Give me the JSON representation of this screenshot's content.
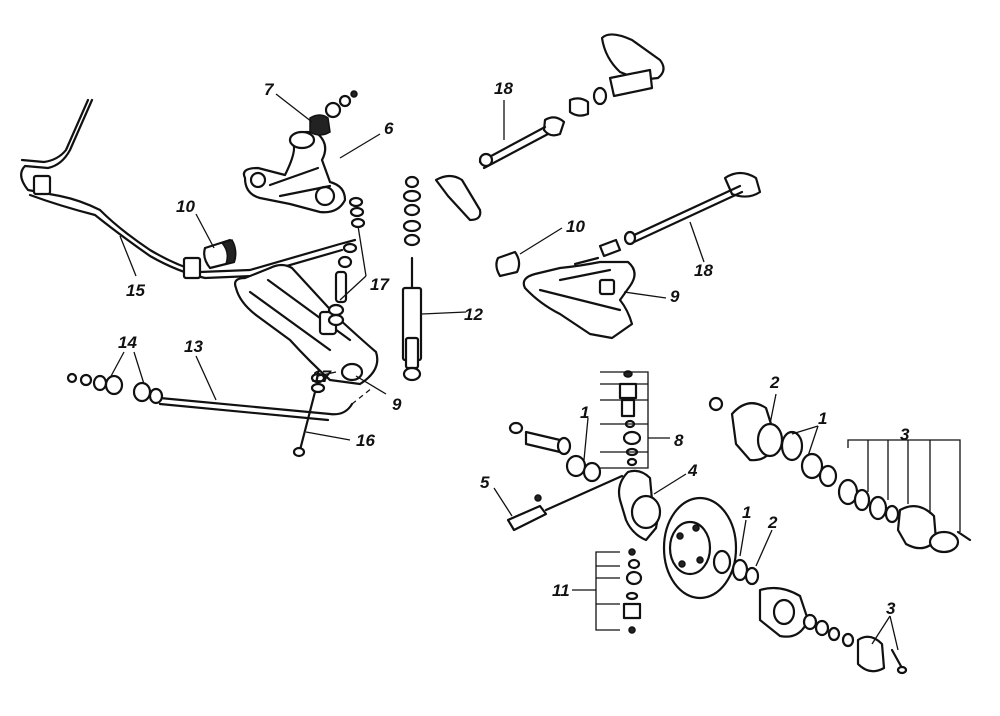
{
  "colors": {
    "ink": "#111111",
    "background": "#ffffff"
  },
  "callouts": {
    "c1a": "1",
    "c1b": "1",
    "c1c": "1",
    "c2a": "2",
    "c2b": "2",
    "c3a": "3",
    "c3b": "3",
    "c4": "4",
    "c5": "5",
    "c6": "6",
    "c7": "7",
    "c8": "8",
    "c9a": "9",
    "c9b": "9",
    "c10a": "10",
    "c10b": "10",
    "c11": "11",
    "c12": "12",
    "c13": "13",
    "c14": "14",
    "c15": "15",
    "c16": "16",
    "c17a": "17",
    "c17b": "17",
    "c18a": "18",
    "c18b": "18"
  }
}
